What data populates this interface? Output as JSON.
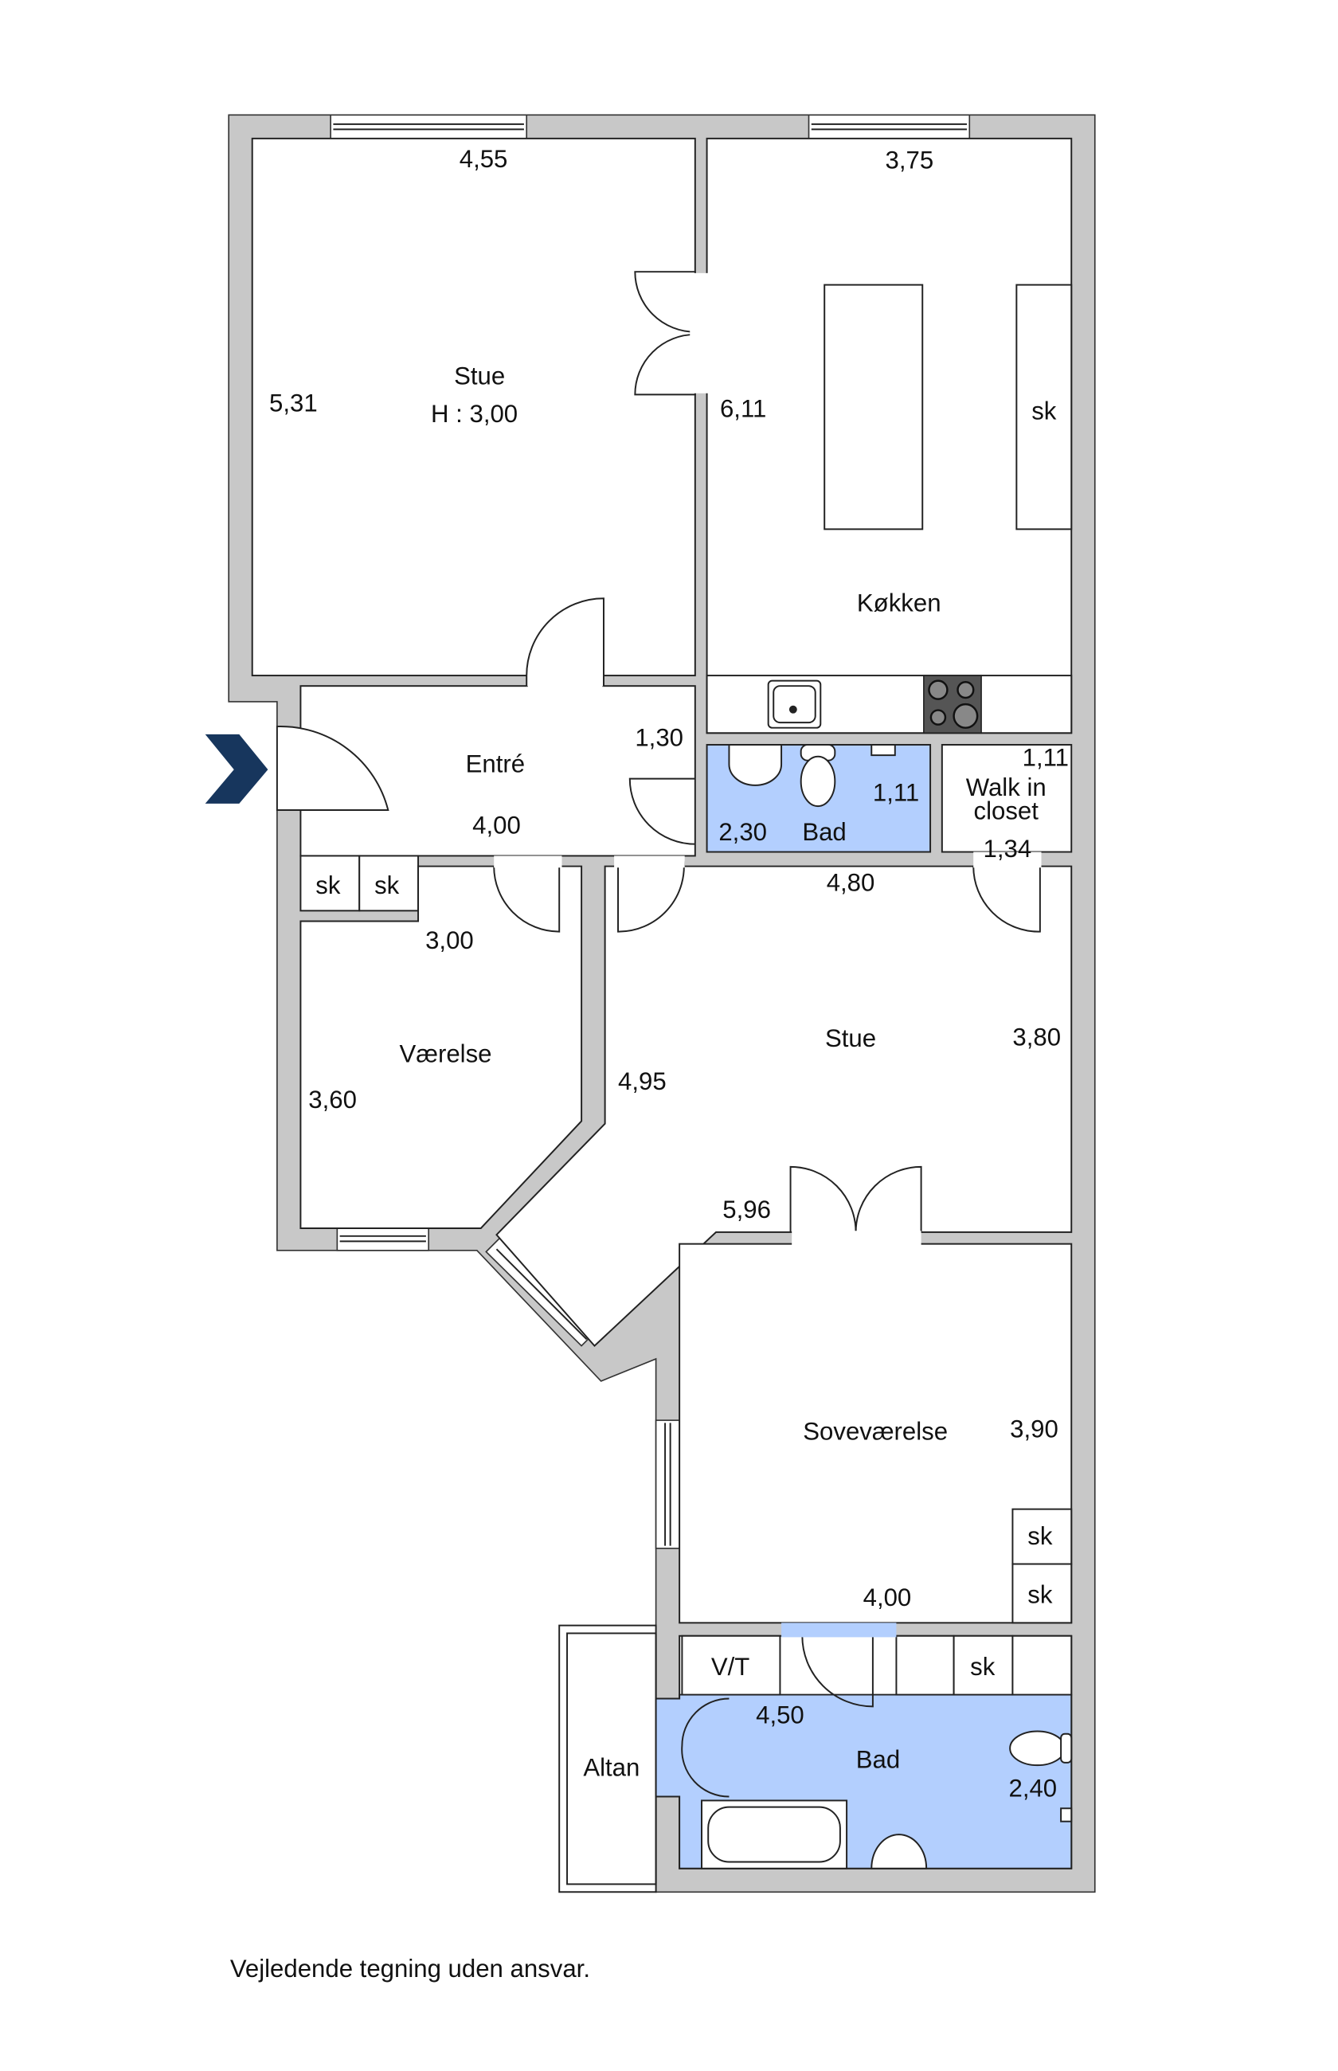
{
  "rooms": {
    "stue1": {
      "name": "Stue",
      "height": "H : 3,00",
      "width": "4,55",
      "length": "5,31"
    },
    "kitchen": {
      "name": "Køkken",
      "width": "3,75",
      "length": "6,11",
      "cabinet": "sk"
    },
    "entre": {
      "name": "Entré",
      "width": "4,00",
      "depth": "1,30",
      "closet1": "sk",
      "closet2": "sk"
    },
    "bad1": {
      "name": "Bad",
      "width": "2,30",
      "length": "1,11"
    },
    "closet": {
      "name_line1": "Walk in",
      "name_line2": "closet",
      "width": "1,11",
      "length": "1,34"
    },
    "vaerelse": {
      "name": "Værelse",
      "width": "3,00",
      "length": "3,60"
    },
    "stue2": {
      "name": "Stue",
      "width": "4,80",
      "length": "3,80",
      "left": "4,95",
      "bottom": "5,96"
    },
    "sovevaerelse": {
      "name": "Soveværelse",
      "length": "3,90",
      "width": "4,00",
      "closet1": "sk",
      "closet2": "sk"
    },
    "bad2": {
      "name": "Bad",
      "width": "4,50",
      "length": "2,40",
      "vt": "V/T",
      "cabinet": "sk"
    },
    "altan": {
      "name": "Altan"
    }
  },
  "entrance_icon": "chevron-right-icon",
  "colors": {
    "wall": "#c8c8c8",
    "bath": "#b3cffe",
    "entrance": "#17365d"
  },
  "disclaimer": "Vejledende tegning uden ansvar."
}
